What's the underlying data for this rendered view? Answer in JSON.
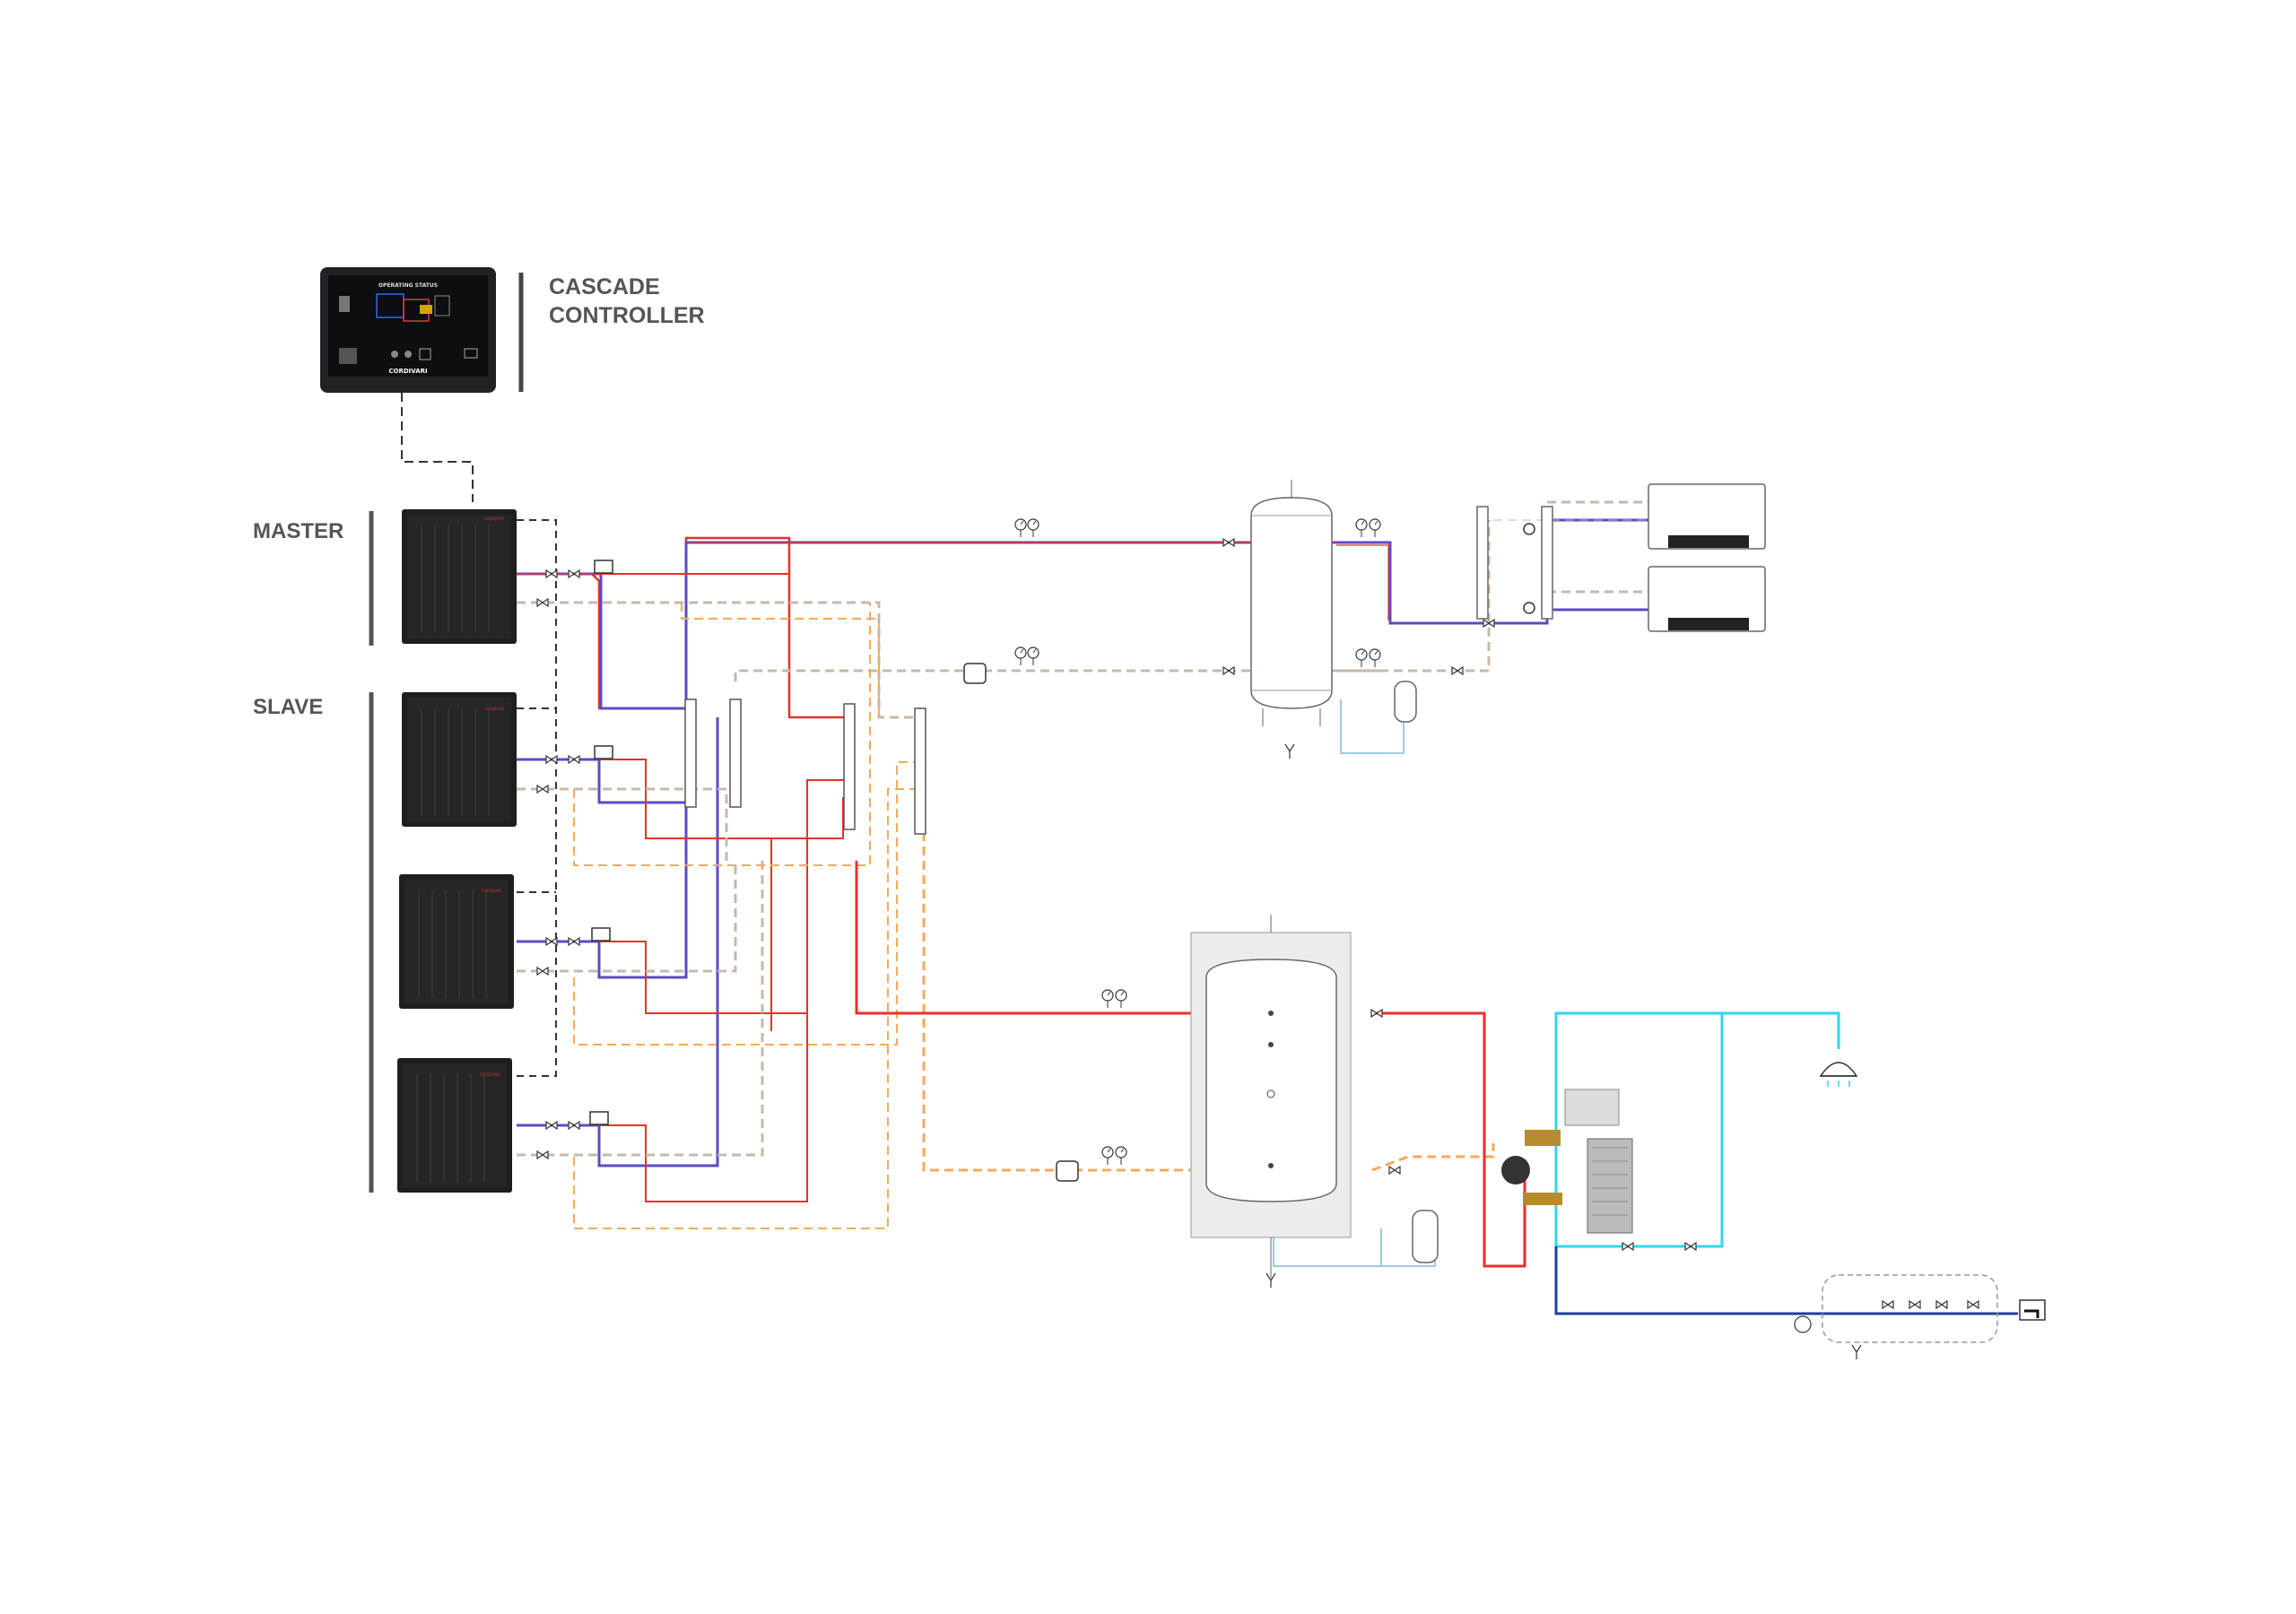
{
  "controller": {
    "label_line1": "CASCADE",
    "label_line2": "CONTROLLER",
    "screen_title": "OPERATING STATUS",
    "brand": "CORDIVARI"
  },
  "groups": {
    "master_label": "MASTER",
    "slave_label": "SLAVE"
  },
  "heat_pump_brand": "CORDIVARI",
  "pipe_colors": {
    "flow": "#e8312c",
    "return": "#5b4bc4",
    "hot_dashed": "#f5a95a",
    "cold_dashed": "#c8b8a8",
    "domestic_hot": "#32d6e8",
    "mains_cold": "#1f3f99",
    "drain": "#9ccbe8"
  },
  "icons": [
    "heat-pump-icon",
    "controller-screen-icon",
    "buffer-tank-icon",
    "dhw-tank-icon",
    "fan-coil-icon",
    "expansion-vessel-icon",
    "shower-icon",
    "tap-icon",
    "pump-icon",
    "valve-icon",
    "gauge-icon",
    "heat-exchanger-icon"
  ]
}
